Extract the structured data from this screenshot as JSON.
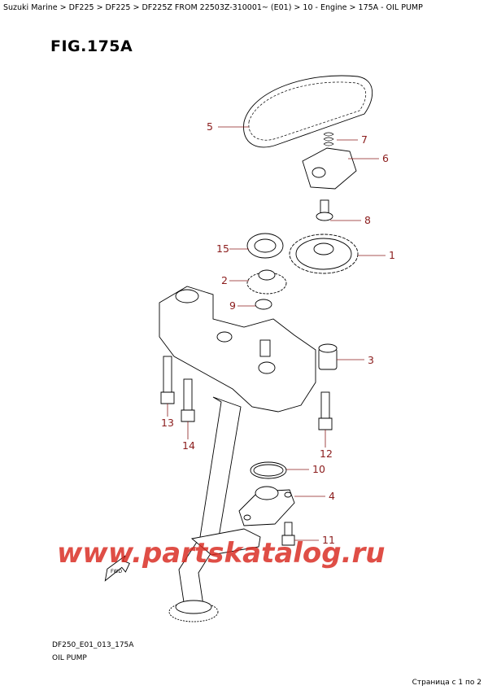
{
  "breadcrumb": "Suzuki Marine > DF225 > DF225 > DF225Z  FROM 22503Z-310001~ (E01) > 10 - Engine > 175A - OIL PUMP",
  "figure_title": "FIG.175A",
  "callouts": {
    "c1": "1",
    "c2": "2",
    "c3": "3",
    "c4": "4",
    "c5": "5",
    "c6": "6",
    "c7": "7",
    "c8": "8",
    "c9": "9",
    "c10": "10",
    "c11": "11",
    "c12": "12",
    "c13": "13",
    "c14": "14",
    "c15": "15"
  },
  "fwd_label": "FWD",
  "watermark": "www.partskatalog.ru",
  "footer": {
    "code": "DF250_E01_013_175A",
    "name": "OIL PUMP",
    "page": "Страница с 1 по 2"
  },
  "colors": {
    "callout": "#8b1c1c",
    "watermark": "#d9281e",
    "line": "#000000"
  }
}
